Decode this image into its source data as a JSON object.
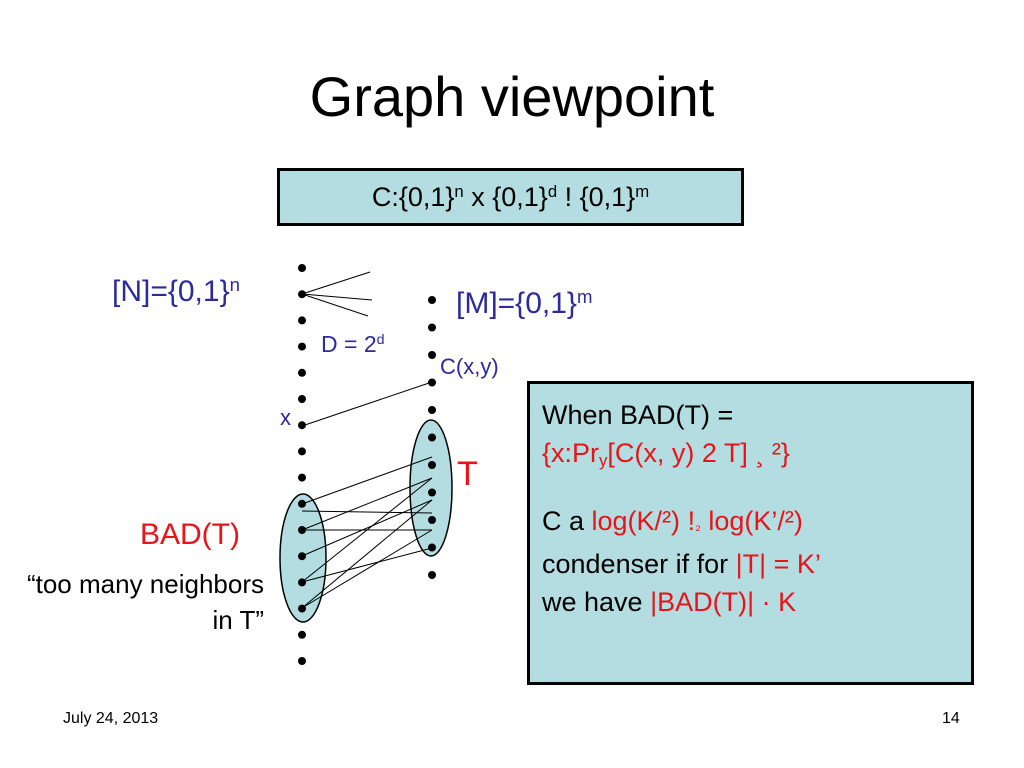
{
  "slide": {
    "title": "Graph viewpoint",
    "formula": {
      "p1": "C:{0,1}",
      "s1": "n",
      "p2": " x {0,1}",
      "s2": "d",
      "p3": " ! {0,1}",
      "s3": "m"
    },
    "left_set": {
      "base": "[N]={0,1}",
      "sup": "n"
    },
    "right_set": {
      "base": "[M]={0,1}",
      "sup": "m"
    },
    "degree": {
      "base": "D = 2",
      "sup": "d"
    },
    "edge_label": "C(x,y)",
    "x_label": "x",
    "t_label": "T",
    "bad_label": "BAD(T)",
    "bad_desc": "“too many neighbors in T”",
    "info": {
      "l1": "When BAD(T) =",
      "l2a": "{x:Pr",
      "l2sub": "y",
      "l2b": "[C(x, y) 2 T] ¸ ²}",
      "l3a": "C a ",
      "l3b": "log(K/²) ",
      "l3c": "!",
      "l3d": "₂",
      "l3e": " log(K’/²)",
      "l4a": "condenser if for ",
      "l4b": "|T| = K’",
      "l5a": "we have ",
      "l5b": "|BAD(T)| · K"
    },
    "footer": {
      "date": "July 24, 2013",
      "page": "14"
    },
    "colors": {
      "box_fill": "#b3dde0",
      "blue_text": "#2b2b9e",
      "red_text": "#e8141a"
    }
  }
}
